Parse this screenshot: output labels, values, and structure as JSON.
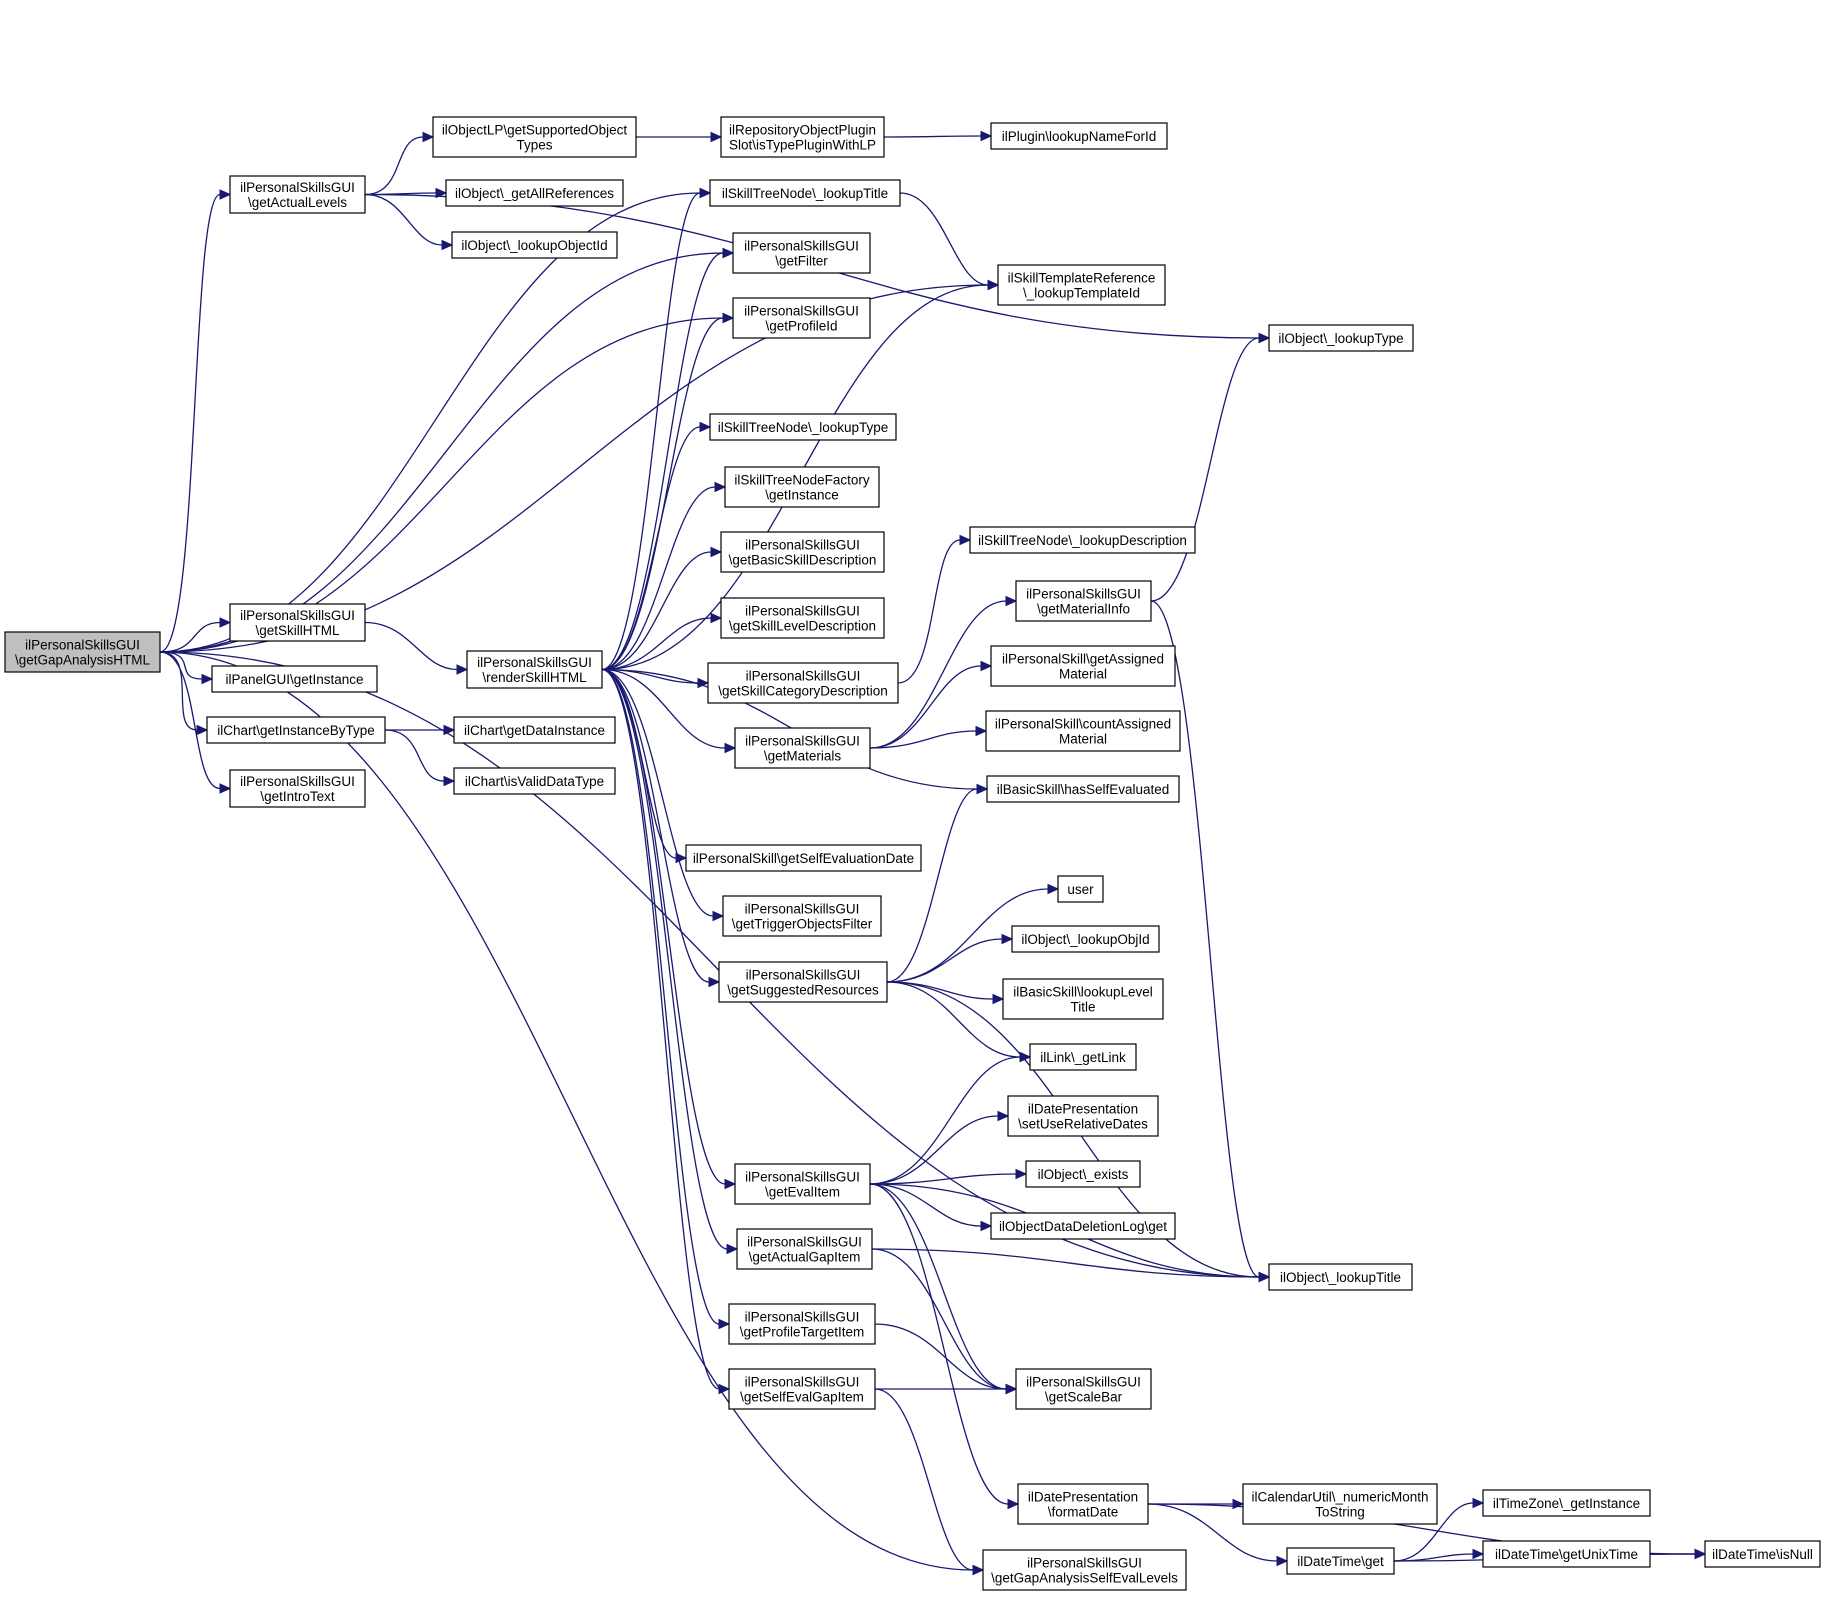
{
  "nodes": [
    {
      "id": "root",
      "lines": [
        "ilPersonalSkillsGUI",
        "\\getGapAnalysisHTML"
      ],
      "root": true
    },
    {
      "id": "getActualLevels",
      "lines": [
        "ilPersonalSkillsGUI",
        "\\getActualLevels"
      ]
    },
    {
      "id": "getSkillHTML",
      "lines": [
        "ilPersonalSkillsGUI",
        "\\getSkillHTML"
      ]
    },
    {
      "id": "panelGetInstance",
      "lines": [
        "ilPanelGUI\\getInstance"
      ]
    },
    {
      "id": "chartGetInstanceByType",
      "lines": [
        "ilChart\\getInstanceByType"
      ]
    },
    {
      "id": "getIntroText",
      "lines": [
        "ilPersonalSkillsGUI",
        "\\getIntroText"
      ]
    },
    {
      "id": "getSupportedObjectTypes",
      "lines": [
        "ilObjectLP\\getSupportedObject",
        "Types"
      ]
    },
    {
      "id": "getAllReferences",
      "lines": [
        "ilObject\\_getAllReferences"
      ]
    },
    {
      "id": "lookupObjectId",
      "lines": [
        "ilObject\\_lookupObjectId"
      ]
    },
    {
      "id": "renderSkillHTML",
      "lines": [
        "ilPersonalSkillsGUI",
        "\\renderSkillHTML"
      ]
    },
    {
      "id": "chartGetDataInstance",
      "lines": [
        "ilChart\\getDataInstance"
      ]
    },
    {
      "id": "chartIsValidDataType",
      "lines": [
        "ilChart\\isValidDataType"
      ]
    },
    {
      "id": "isTypePluginWithLP",
      "lines": [
        "ilRepositoryObjectPlugin",
        "Slot\\isTypePluginWithLP"
      ]
    },
    {
      "id": "stnLookupTitle",
      "lines": [
        "ilSkillTreeNode\\_lookupTitle"
      ]
    },
    {
      "id": "getFilter",
      "lines": [
        "ilPersonalSkillsGUI",
        "\\getFilter"
      ]
    },
    {
      "id": "getProfileId",
      "lines": [
        "ilPersonalSkillsGUI",
        "\\getProfileId"
      ]
    },
    {
      "id": "stnLookupType",
      "lines": [
        "ilSkillTreeNode\\_lookupType"
      ]
    },
    {
      "id": "stnfGetInstance",
      "lines": [
        "ilSkillTreeNodeFactory",
        "\\getInstance"
      ]
    },
    {
      "id": "getBasicSkillDescription",
      "lines": [
        "ilPersonalSkillsGUI",
        "\\getBasicSkillDescription"
      ]
    },
    {
      "id": "getSkillLevelDescription",
      "lines": [
        "ilPersonalSkillsGUI",
        "\\getSkillLevelDescription"
      ]
    },
    {
      "id": "getSkillCategoryDescription",
      "lines": [
        "ilPersonalSkillsGUI",
        "\\getSkillCategoryDescription"
      ]
    },
    {
      "id": "getMaterials",
      "lines": [
        "ilPersonalSkillsGUI",
        "\\getMaterials"
      ]
    },
    {
      "id": "getSelfEvaluationDate",
      "lines": [
        "ilPersonalSkill\\getSelfEvaluationDate"
      ]
    },
    {
      "id": "getTriggerObjectsFilter",
      "lines": [
        "ilPersonalSkillsGUI",
        "\\getTriggerObjectsFilter"
      ]
    },
    {
      "id": "getSuggestedResources",
      "lines": [
        "ilPersonalSkillsGUI",
        "\\getSuggestedResources"
      ]
    },
    {
      "id": "getEvalItem",
      "lines": [
        "ilPersonalSkillsGUI",
        "\\getEvalItem"
      ]
    },
    {
      "id": "getActualGapItem",
      "lines": [
        "ilPersonalSkillsGUI",
        "\\getActualGapItem"
      ]
    },
    {
      "id": "getProfileTargetItem",
      "lines": [
        "ilPersonalSkillsGUI",
        "\\getProfileTargetItem"
      ]
    },
    {
      "id": "getSelfEvalGapItem",
      "lines": [
        "ilPersonalSkillsGUI",
        "\\getSelfEvalGapItem"
      ]
    },
    {
      "id": "lookupNameForId",
      "lines": [
        "ilPlugin\\lookupNameForId"
      ]
    },
    {
      "id": "lookupTemplateId",
      "lines": [
        "ilSkillTemplateReference",
        "\\_lookupTemplateId"
      ]
    },
    {
      "id": "stnLookupDescription",
      "lines": [
        "ilSkillTreeNode\\_lookupDescription"
      ]
    },
    {
      "id": "getMaterialInfo",
      "lines": [
        "ilPersonalSkillsGUI",
        "\\getMaterialInfo"
      ]
    },
    {
      "id": "getAssignedMaterial",
      "lines": [
        "ilPersonalSkill\\getAssigned",
        "Material"
      ]
    },
    {
      "id": "countAssignedMaterial",
      "lines": [
        "ilPersonalSkill\\countAssigned",
        "Material"
      ]
    },
    {
      "id": "hasSelfEvaluated",
      "lines": [
        "ilBasicSkill\\hasSelfEvaluated"
      ]
    },
    {
      "id": "user",
      "lines": [
        "user"
      ]
    },
    {
      "id": "lookupObjId",
      "lines": [
        "ilObject\\_lookupObjId"
      ]
    },
    {
      "id": "lookupLevelTitle",
      "lines": [
        "ilBasicSkill\\lookupLevel",
        "Title"
      ]
    },
    {
      "id": "getLink",
      "lines": [
        "ilLink\\_getLink"
      ]
    },
    {
      "id": "setUseRelativeDates",
      "lines": [
        "ilDatePresentation",
        "\\setUseRelativeDates"
      ]
    },
    {
      "id": "objExists",
      "lines": [
        "ilObject\\_exists"
      ]
    },
    {
      "id": "deletionLogGet",
      "lines": [
        "ilObjectDataDeletionLog\\get"
      ]
    },
    {
      "id": "getScaleBar",
      "lines": [
        "ilPersonalSkillsGUI",
        "\\getScaleBar"
      ]
    },
    {
      "id": "formatDate",
      "lines": [
        "ilDatePresentation",
        "\\formatDate"
      ]
    },
    {
      "id": "getGapAnalysisSelfEvalLevels",
      "lines": [
        "ilPersonalSkillsGUI",
        "\\getGapAnalysisSelfEvalLevels"
      ]
    },
    {
      "id": "objLookupType",
      "lines": [
        "ilObject\\_lookupType"
      ]
    },
    {
      "id": "objLookupTitle",
      "lines": [
        "ilObject\\_lookupTitle"
      ]
    },
    {
      "id": "numericMonthToString",
      "lines": [
        "ilCalendarUtil\\_numericMonth",
        "ToString"
      ]
    },
    {
      "id": "dateTimeGet",
      "lines": [
        "ilDateTime\\get"
      ]
    },
    {
      "id": "tzGetInstance",
      "lines": [
        "ilTimeZone\\_getInstance"
      ]
    },
    {
      "id": "getUnixTime",
      "lines": [
        "ilDateTime\\getUnixTime"
      ]
    },
    {
      "id": "isNull",
      "lines": [
        "ilDateTime\\isNull"
      ]
    }
  ],
  "edges": [
    [
      "root",
      "getActualLevels"
    ],
    [
      "root",
      "getSkillHTML"
    ],
    [
      "root",
      "panelGetInstance"
    ],
    [
      "root",
      "chartGetInstanceByType"
    ],
    [
      "root",
      "getIntroText"
    ],
    [
      "root",
      "stnLookupTitle"
    ],
    [
      "root",
      "getFilter"
    ],
    [
      "root",
      "getProfileId"
    ],
    [
      "root",
      "lookupTemplateId"
    ],
    [
      "root",
      "objLookupTitle"
    ],
    [
      "root",
      "getGapAnalysisSelfEvalLevels"
    ],
    [
      "getActualLevels",
      "getSupportedObjectTypes"
    ],
    [
      "getActualLevels",
      "getAllReferences"
    ],
    [
      "getActualLevels",
      "lookupObjectId"
    ],
    [
      "getActualLevels",
      "objLookupType"
    ],
    [
      "getSupportedObjectTypes",
      "isTypePluginWithLP"
    ],
    [
      "isTypePluginWithLP",
      "lookupNameForId"
    ],
    [
      "getSkillHTML",
      "renderSkillHTML"
    ],
    [
      "chartGetInstanceByType",
      "chartGetDataInstance"
    ],
    [
      "chartGetInstanceByType",
      "chartIsValidDataType"
    ],
    [
      "renderSkillHTML",
      "stnLookupTitle"
    ],
    [
      "renderSkillHTML",
      "getFilter"
    ],
    [
      "renderSkillHTML",
      "getProfileId"
    ],
    [
      "renderSkillHTML",
      "lookupTemplateId"
    ],
    [
      "renderSkillHTML",
      "stnLookupType"
    ],
    [
      "renderSkillHTML",
      "stnfGetInstance"
    ],
    [
      "renderSkillHTML",
      "getBasicSkillDescription"
    ],
    [
      "renderSkillHTML",
      "getSkillLevelDescription"
    ],
    [
      "renderSkillHTML",
      "getSkillCategoryDescription"
    ],
    [
      "renderSkillHTML",
      "getMaterials"
    ],
    [
      "renderSkillHTML",
      "hasSelfEvaluated"
    ],
    [
      "renderSkillHTML",
      "getSelfEvaluationDate"
    ],
    [
      "renderSkillHTML",
      "getTriggerObjectsFilter"
    ],
    [
      "renderSkillHTML",
      "getSuggestedResources"
    ],
    [
      "renderSkillHTML",
      "getEvalItem"
    ],
    [
      "renderSkillHTML",
      "getActualGapItem"
    ],
    [
      "renderSkillHTML",
      "getProfileTargetItem"
    ],
    [
      "renderSkillHTML",
      "getSelfEvalGapItem"
    ],
    [
      "stnLookupTitle",
      "lookupTemplateId"
    ],
    [
      "getSkillCategoryDescription",
      "stnLookupDescription"
    ],
    [
      "getMaterials",
      "getMaterialInfo"
    ],
    [
      "getMaterials",
      "getAssignedMaterial"
    ],
    [
      "getMaterials",
      "countAssignedMaterial"
    ],
    [
      "getMaterialInfo",
      "objLookupType"
    ],
    [
      "getMaterialInfo",
      "objLookupTitle"
    ],
    [
      "getSuggestedResources",
      "hasSelfEvaluated"
    ],
    [
      "getSuggestedResources",
      "user"
    ],
    [
      "getSuggestedResources",
      "lookupObjId"
    ],
    [
      "getSuggestedResources",
      "lookupLevelTitle"
    ],
    [
      "getSuggestedResources",
      "getLink"
    ],
    [
      "getSuggestedResources",
      "objLookupTitle"
    ],
    [
      "getEvalItem",
      "getLink"
    ],
    [
      "getEvalItem",
      "setUseRelativeDates"
    ],
    [
      "getEvalItem",
      "objExists"
    ],
    [
      "getEvalItem",
      "deletionLogGet"
    ],
    [
      "getEvalItem",
      "objLookupTitle"
    ],
    [
      "getEvalItem",
      "getScaleBar"
    ],
    [
      "getEvalItem",
      "formatDate"
    ],
    [
      "getActualGapItem",
      "objLookupTitle"
    ],
    [
      "getActualGapItem",
      "getScaleBar"
    ],
    [
      "getProfileTargetItem",
      "getScaleBar"
    ],
    [
      "getSelfEvalGapItem",
      "getScaleBar"
    ],
    [
      "getSelfEvalGapItem",
      "getGapAnalysisSelfEvalLevels"
    ],
    [
      "formatDate",
      "numericMonthToString"
    ],
    [
      "formatDate",
      "dateTimeGet"
    ],
    [
      "formatDate",
      "isNull"
    ],
    [
      "dateTimeGet",
      "tzGetInstance"
    ],
    [
      "dateTimeGet",
      "getUnixTime"
    ],
    [
      "dateTimeGet",
      "isNull"
    ],
    [
      "getUnixTime",
      "isNull"
    ]
  ]
}
